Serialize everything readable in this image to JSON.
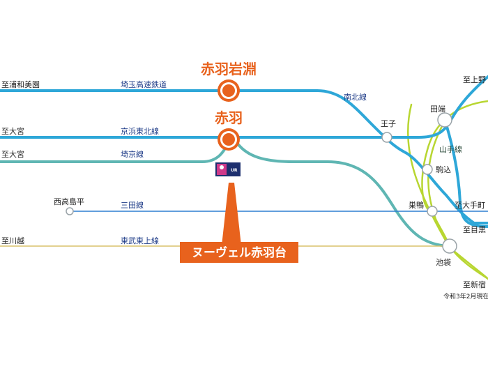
{
  "colors": {
    "saitama": "#2ea7d8",
    "keihin": "#2ea7d8",
    "saikyo": "#5fb6b3",
    "mita": "#2d7ed1",
    "tobu": "#d9c26a",
    "yamanote": "#b8d631",
    "nanboku": "#2ea7d8",
    "orange": "#e8621d",
    "station_fill": "#ffffff",
    "station_stroke": "#9aa3a8"
  },
  "destinations": {
    "urawa": "至浦和美園",
    "omiya1": "至大宮",
    "omiya2": "至大宮",
    "kawagoe": "至川越",
    "ueno": "至上野",
    "otemachi": "至大手町",
    "meguro": "至目黒",
    "shinjuku": "至新宿"
  },
  "lines": {
    "saitama": "埼玉高速鉄道",
    "keihin": "京浜東北線",
    "saikyo": "埼京線",
    "mita": "三田線",
    "tobu": "東武東上線",
    "nanboku": "南北線",
    "yamanote": "山手線"
  },
  "stations": {
    "akabane_iwabuchi": "赤羽岩淵",
    "akabane": "赤羽",
    "oji": "王子",
    "tabata": "田端",
    "komagome": "駒込",
    "sugamo": "巣鴨",
    "ikebukuro": "池袋",
    "nishitakashimadaira": "西高島平"
  },
  "logo": {
    "text": "UR"
  },
  "callout": {
    "label": "ヌーヴェル赤羽台"
  },
  "note": "令和3年2月現在"
}
